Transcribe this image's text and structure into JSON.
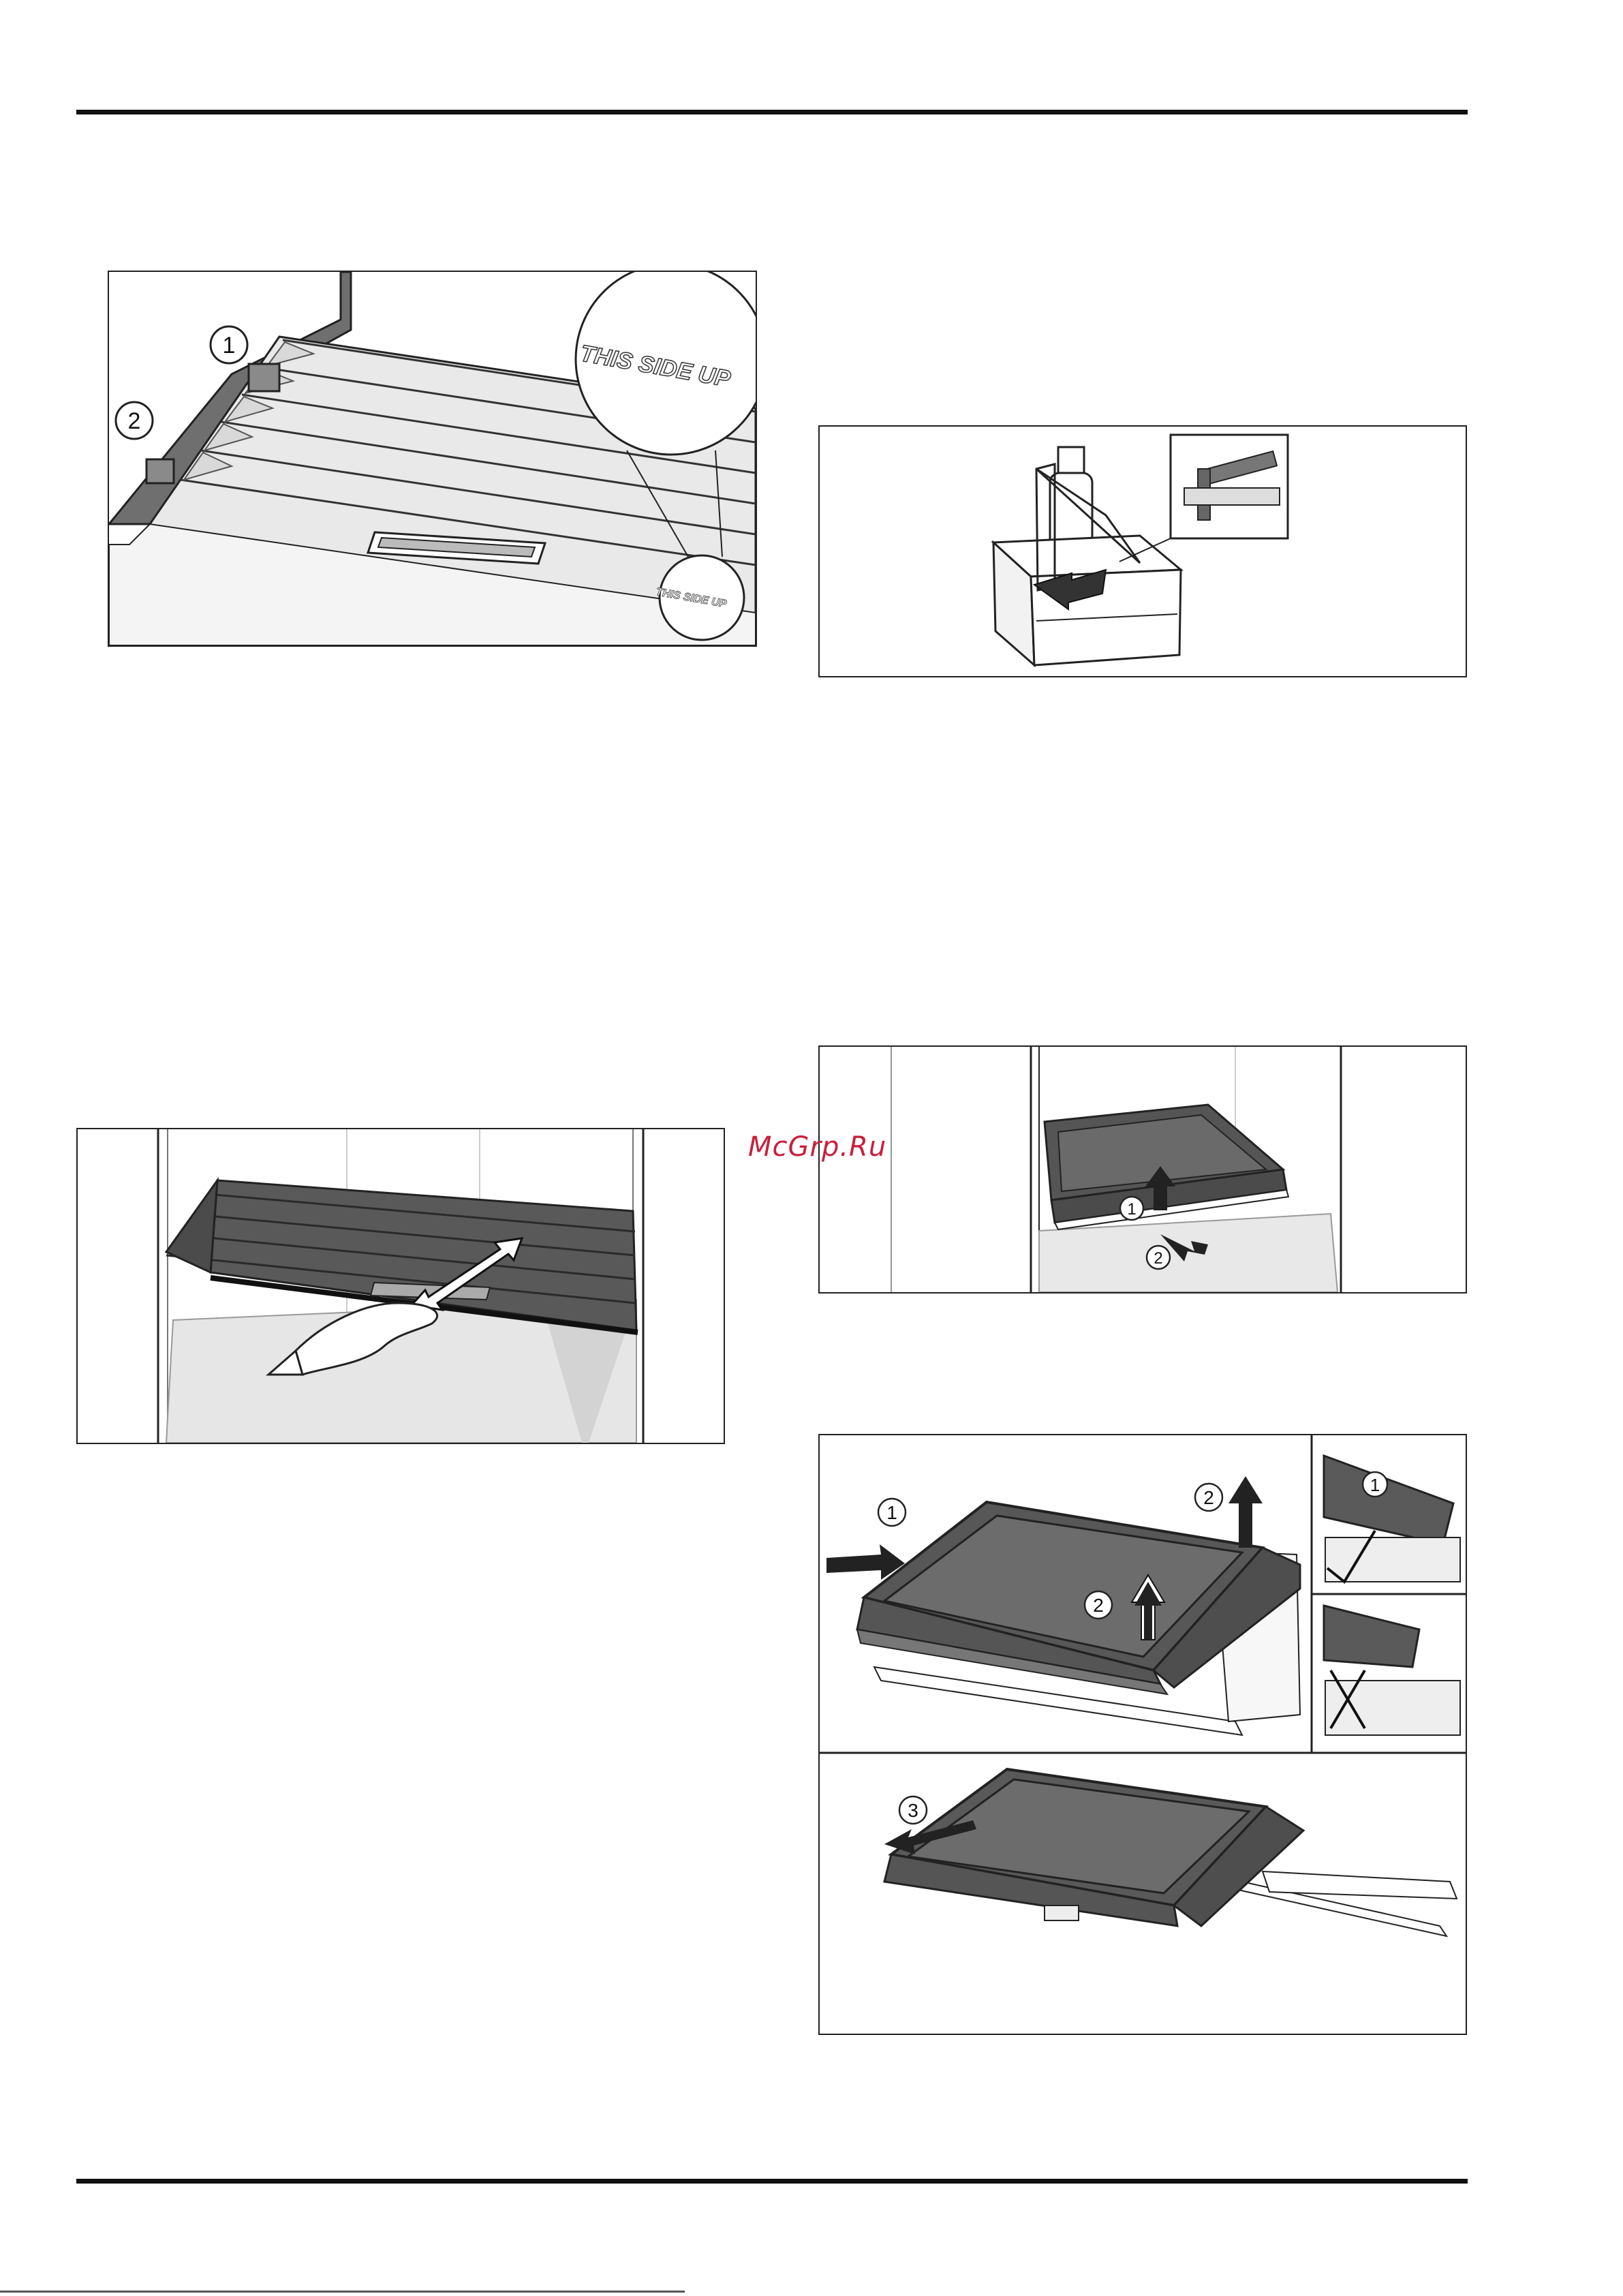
{
  "watermark": "McGrp.Ru",
  "figures": {
    "shelf_labels": {
      "callouts": [
        "1",
        "2"
      ],
      "label_large": "THIS SIDE UP",
      "label_small": "THIS SIDE UP"
    },
    "bottle_holder": {},
    "glass_shelf_slide": {},
    "drawer_lift": {
      "callouts": [
        "1",
        "2"
      ]
    },
    "drawer_remove": {
      "callouts_top": [
        "1",
        "2",
        "2"
      ],
      "detail_callouts": [
        "1"
      ],
      "callouts_bottom": [
        "3"
      ]
    }
  },
  "colors": {
    "ink": "#1a1a1a",
    "shelf_dark": "#595959",
    "shelf_mid": "#7a7a7a",
    "panel_light": "#e6e6e6",
    "watermark": "#c8203a"
  }
}
